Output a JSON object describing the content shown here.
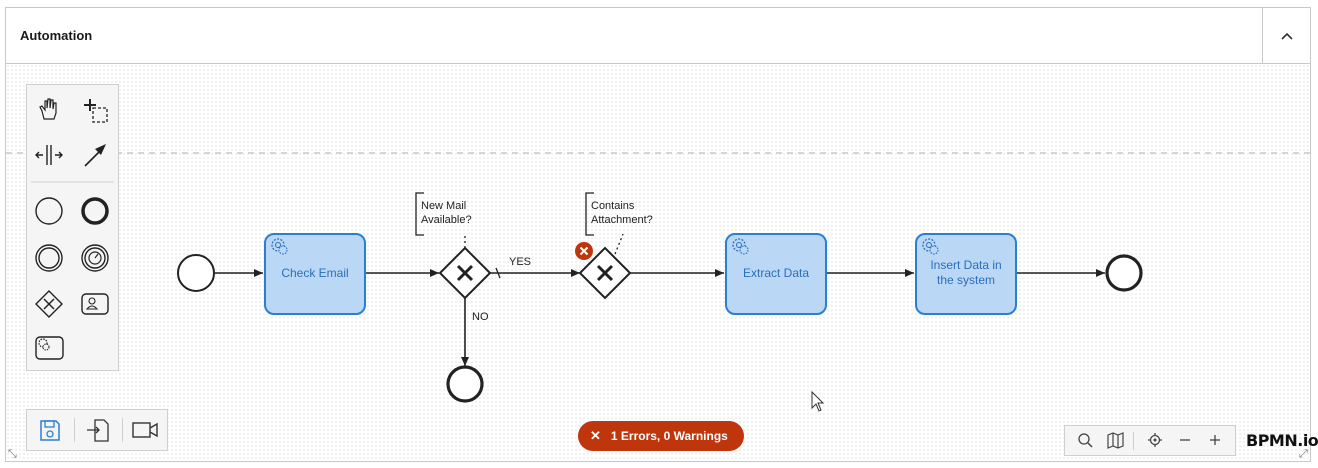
{
  "panel": {
    "title": "Automation",
    "collapse_icon": "chevron-up-icon"
  },
  "palette": {
    "tools": [
      "hand-tool-icon",
      "lasso-tool-icon",
      "space-tool-icon",
      "global-connect-tool-icon",
      "start-event-icon",
      "end-event-icon",
      "intermediate-event-icon",
      "timer-event-icon",
      "gateway-icon",
      "user-task-icon",
      "service-task-icon"
    ]
  },
  "bottom_tools": [
    "save-icon",
    "deploy-icon",
    "record-icon"
  ],
  "diagram": {
    "tasks": [
      {
        "id": "check-email",
        "label": "Check Email"
      },
      {
        "id": "extract-data",
        "label": "Extract Data"
      },
      {
        "id": "insert-data",
        "label": "Insert Data in the system"
      }
    ],
    "annotations": [
      {
        "id": "new-mail",
        "lines": [
          "New Mail",
          "Available?"
        ]
      },
      {
        "id": "contains-attachment",
        "lines": [
          "Contains",
          "Attachment?"
        ]
      }
    ],
    "edge_labels": {
      "yes": "YES",
      "no": "NO"
    }
  },
  "status": {
    "errors_text": "1 Errors, 0 Warnings",
    "error_icon": "close-icon"
  },
  "zoom_tools": [
    "search-icon",
    "map-icon",
    "locate-icon",
    "zoom-out-icon",
    "zoom-in-icon"
  ],
  "brand": {
    "logo": "BPMN.io"
  },
  "colors": {
    "task_fill": "#bad7f5",
    "task_stroke": "#2a7fd3",
    "error": "#c0360c"
  }
}
